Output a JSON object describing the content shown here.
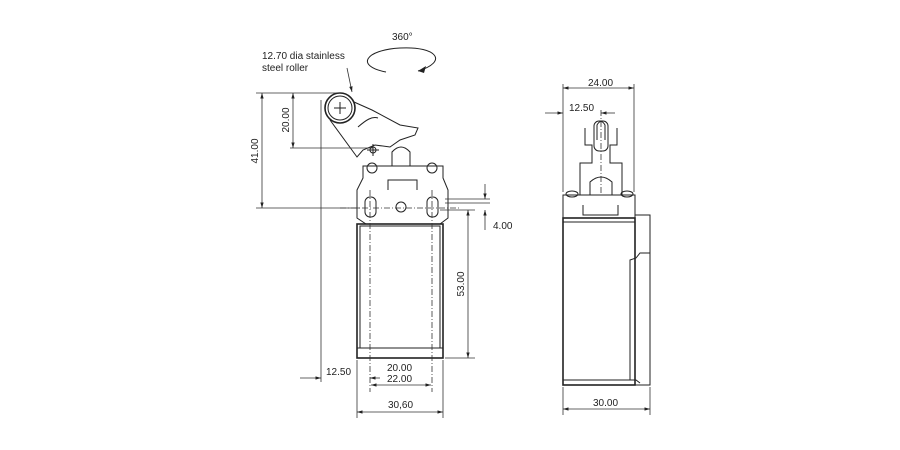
{
  "annotations": {
    "rotation": "360°",
    "roller_note_line1": "12.70 dia stainless",
    "roller_note_line2": "steel roller"
  },
  "front_view": {
    "dim_total_height": "41.00",
    "dim_lever_height": "20.00",
    "dim_offset": "4.00",
    "dim_body_height": "53.00",
    "dim_roller_offset": "12.50",
    "dim_hole_spacing_inner": "20.00",
    "dim_hole_spacing_outer": "22.00",
    "dim_body_width": "30,60"
  },
  "side_view": {
    "dim_head_width": "24.00",
    "dim_plunger_center": "12.50",
    "dim_body_depth": "30.00"
  }
}
